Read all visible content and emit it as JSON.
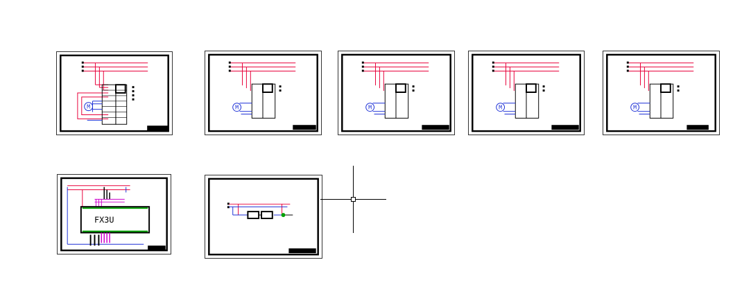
{
  "canvas": {
    "background": "#ffffff",
    "colors": {
      "frame": "#000000",
      "power_line": "#e8003a",
      "control_line": "#1c2fd6",
      "magenta": "#cc00cc",
      "green": "#00a000"
    }
  },
  "sheets": [
    {
      "id": "motor-wiring-sheet-1",
      "motor_label": "M"
    },
    {
      "id": "motor-wiring-sheet-2",
      "motor_label": "M"
    },
    {
      "id": "motor-wiring-sheet-3",
      "motor_label": "M"
    },
    {
      "id": "motor-wiring-sheet-4",
      "motor_label": "M"
    },
    {
      "id": "motor-wiring-sheet-5",
      "motor_label": "M"
    },
    {
      "id": "plc-wiring-sheet",
      "plc_label": "FX3U"
    },
    {
      "id": "control-circuit-sheet"
    }
  ],
  "cursor": {
    "type": "crosshair-pickbox",
    "icon": "crosshair-cursor-icon"
  }
}
